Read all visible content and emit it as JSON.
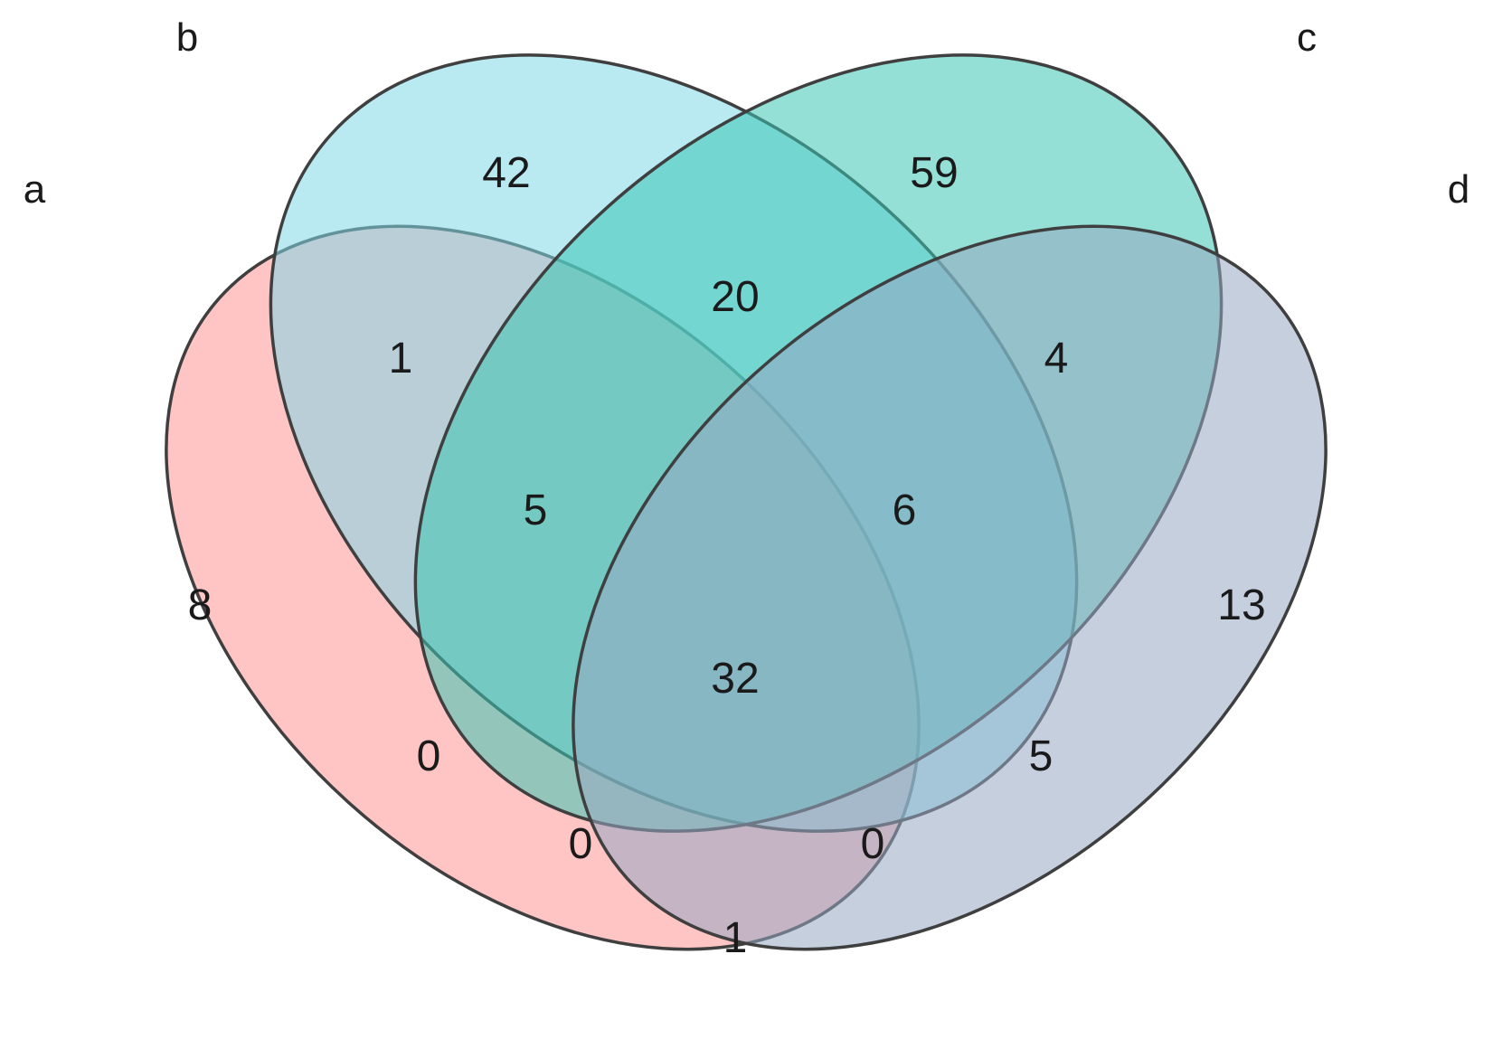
{
  "sets": [
    {
      "key": "a",
      "label": "a",
      "color": "#ff9494"
    },
    {
      "key": "b",
      "label": "b",
      "color": "#7fd7e6"
    },
    {
      "key": "c",
      "label": "c",
      "color": "#3cc7b5"
    },
    {
      "key": "d",
      "label": "d",
      "color": "#95a7c2"
    }
  ],
  "regions": [
    {
      "sets": [
        "a"
      ],
      "count": "8"
    },
    {
      "sets": [
        "b"
      ],
      "count": "42"
    },
    {
      "sets": [
        "c"
      ],
      "count": "59"
    },
    {
      "sets": [
        "d"
      ],
      "count": "13"
    },
    {
      "sets": [
        "a",
        "b"
      ],
      "count": "1"
    },
    {
      "sets": [
        "b",
        "c"
      ],
      "count": "20"
    },
    {
      "sets": [
        "c",
        "d"
      ],
      "count": "4"
    },
    {
      "sets": [
        "a",
        "c"
      ],
      "count": "0"
    },
    {
      "sets": [
        "b",
        "d"
      ],
      "count": "5"
    },
    {
      "sets": [
        "a",
        "d"
      ],
      "count": "1"
    },
    {
      "sets": [
        "a",
        "b",
        "c"
      ],
      "count": "5"
    },
    {
      "sets": [
        "b",
        "c",
        "d"
      ],
      "count": "6"
    },
    {
      "sets": [
        "a",
        "c",
        "d"
      ],
      "count": "0"
    },
    {
      "sets": [
        "a",
        "b",
        "d"
      ],
      "count": "0"
    },
    {
      "sets": [
        "a",
        "b",
        "c",
        "d"
      ],
      "count": "32"
    }
  ]
}
